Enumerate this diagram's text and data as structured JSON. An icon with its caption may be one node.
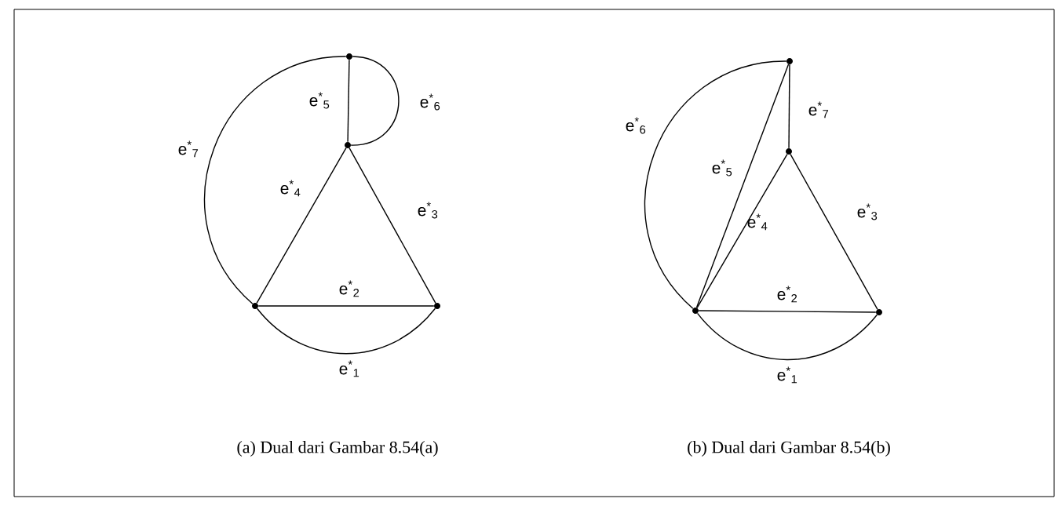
{
  "diagram": {
    "nodes": [
      {
        "text": [],
        "shape": "circle"
      },
      {
        "text": [],
        "shape": "circle"
      },
      {
        "text": [],
        "shape": "circle"
      },
      {
        "text": [],
        "shape": "circle"
      },
      {
        "text": [],
        "shape": "circle"
      },
      {
        "text": [],
        "shape": "circle"
      },
      {
        "text": [],
        "shape": "circle"
      },
      {
        "text": [],
        "shape": "circle"
      }
    ],
    "edges": [
      {
        "from": 2,
        "to": 3,
        "arrow": "none",
        "label": "e$^{*}$$_{1}$"
      },
      {
        "from": 2,
        "to": 3,
        "arrow": "none",
        "label": "e$^{*}$$_{2}$"
      },
      {
        "from": 1,
        "to": 3,
        "arrow": "none",
        "label": "e$^{*}$$_{3}$"
      },
      {
        "from": 1,
        "to": 2,
        "arrow": "none",
        "label": "e$^{*}$$_{4}$"
      },
      {
        "from": 0,
        "to": 1,
        "arrow": "none",
        "label": "e$^{*}$$_{5}$"
      },
      {
        "from": 0,
        "to": 1,
        "arrow": "none",
        "label": "e$^{*}$$_{6}$"
      },
      {
        "from": 0,
        "to": 2,
        "arrow": "none",
        "label": "e$^{*}$$_{7}$"
      },
      {
        "from": 6,
        "to": 7,
        "arrow": "none",
        "label": "e$^{*}$$_{1}$"
      },
      {
        "from": 6,
        "to": 7,
        "arrow": "none",
        "label": "e$^{*}$$_{2}$"
      },
      {
        "from": 5,
        "to": 7,
        "arrow": "none",
        "label": "e$^{*}$$_{3}$"
      },
      {
        "from": 5,
        "to": 6,
        "arrow": "none",
        "label": "e$^{*}$$_{4}$"
      },
      {
        "from": 4,
        "to": 6,
        "arrow": "none",
        "label": "e$^{*}$$_{5}$"
      },
      {
        "from": 4,
        "to": 6,
        "arrow": "none",
        "label": "e$^{*}$$_{6}$"
      },
      {
        "from": 4,
        "to": 5,
        "arrow": "none",
        "label": "e$^{*}$$_{7}$"
      }
    ],
    "labels": [
      "(a) Dual dari Gambar 8.54(a)",
      "(b) Dual dari Gambar 8.54(b)"
    ]
  }
}
